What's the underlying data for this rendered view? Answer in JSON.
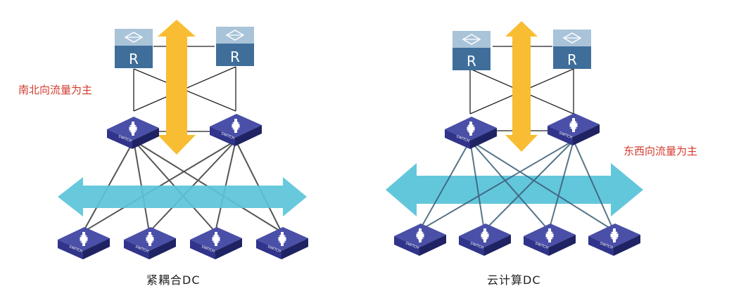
{
  "diagrams": [
    {
      "caption": "紧耦合DC",
      "traffic_label": "南北向流量为主",
      "router_letter": "R",
      "switch_label": "SWITCH"
    },
    {
      "caption": "云计算DC",
      "traffic_label": "东西向流量为主",
      "router_letter": "R",
      "switch_label": "SWITCH"
    }
  ],
  "colors": {
    "ns_arrow": "#f8bd32",
    "ew_arrow": "#5bc4da",
    "router_top": "#a9c3d9",
    "router_front": "#3f6e9a",
    "switch_top": "#4a4fa8",
    "switch_side": "#262b6e",
    "label_red": "#d23a2c"
  }
}
